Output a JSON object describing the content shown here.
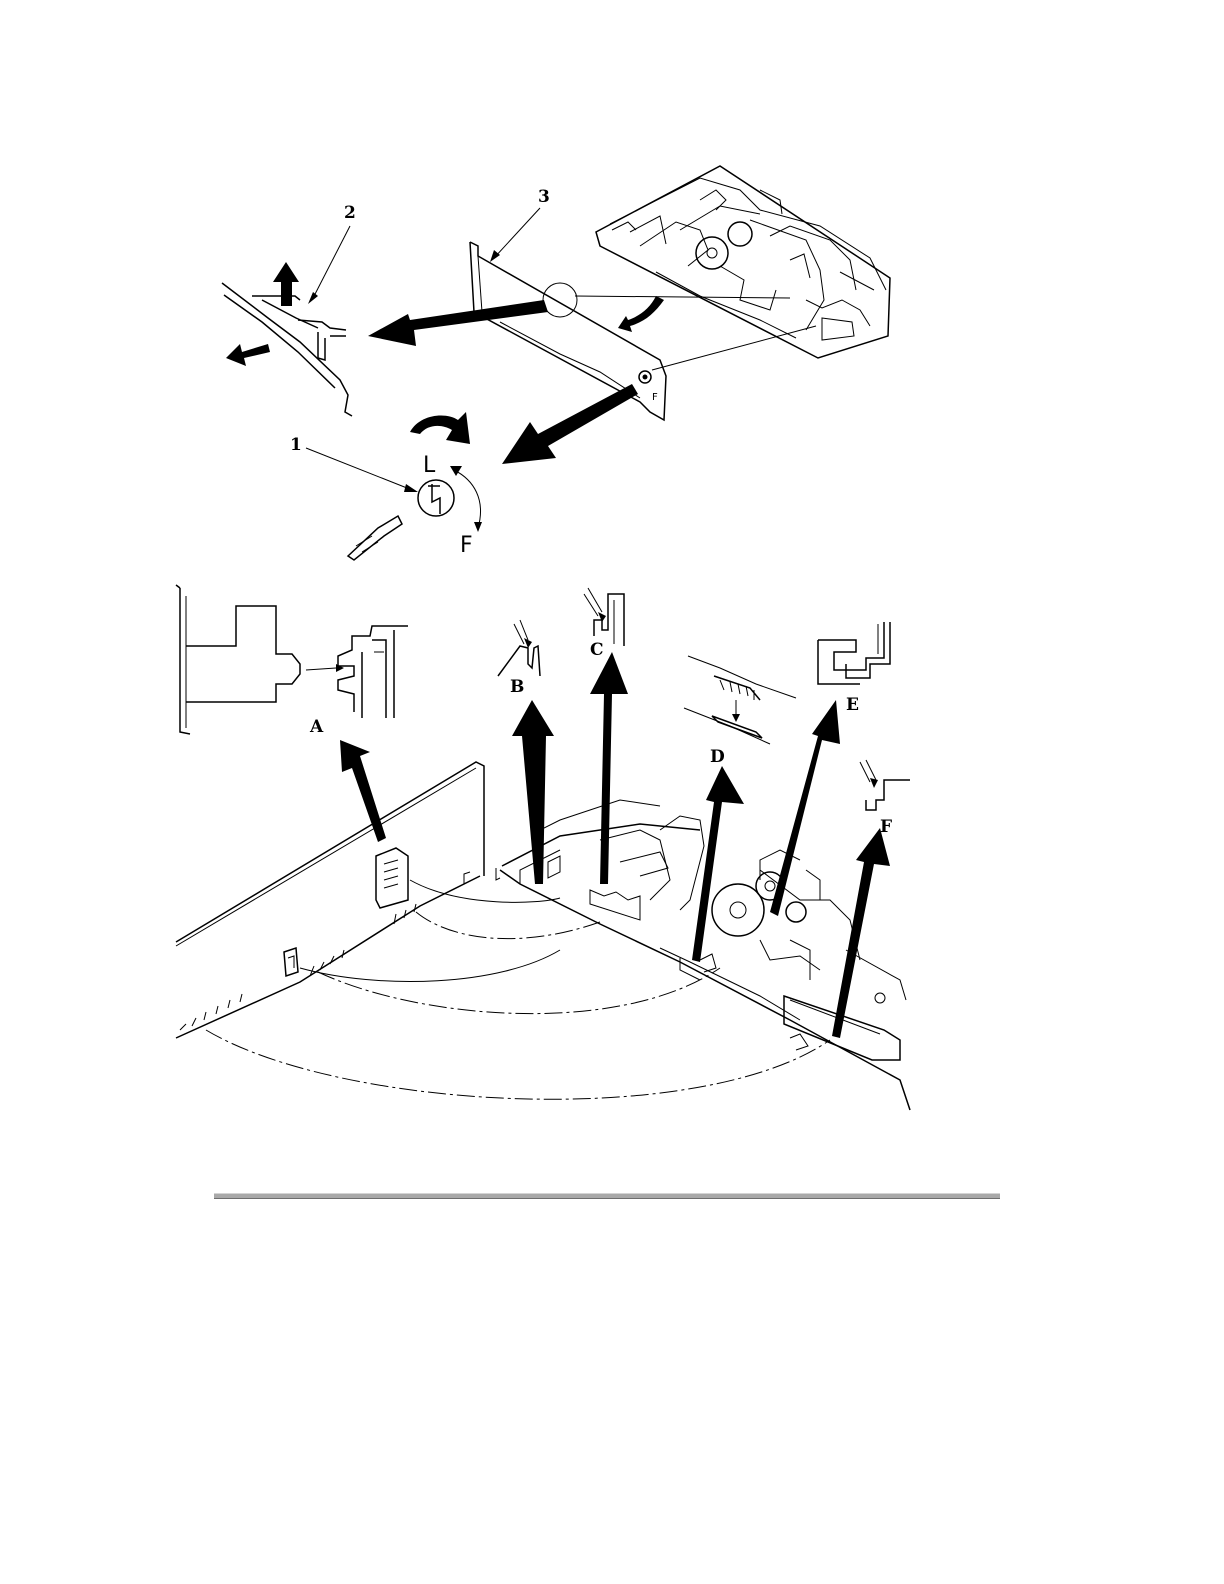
{
  "figure": {
    "callouts": [
      "1",
      "2",
      "3"
    ],
    "dial_letters": [
      "L",
      "F"
    ],
    "detail_letters": [
      "A",
      "B",
      "C",
      "D",
      "E",
      "F"
    ],
    "panel_mark": "F"
  }
}
